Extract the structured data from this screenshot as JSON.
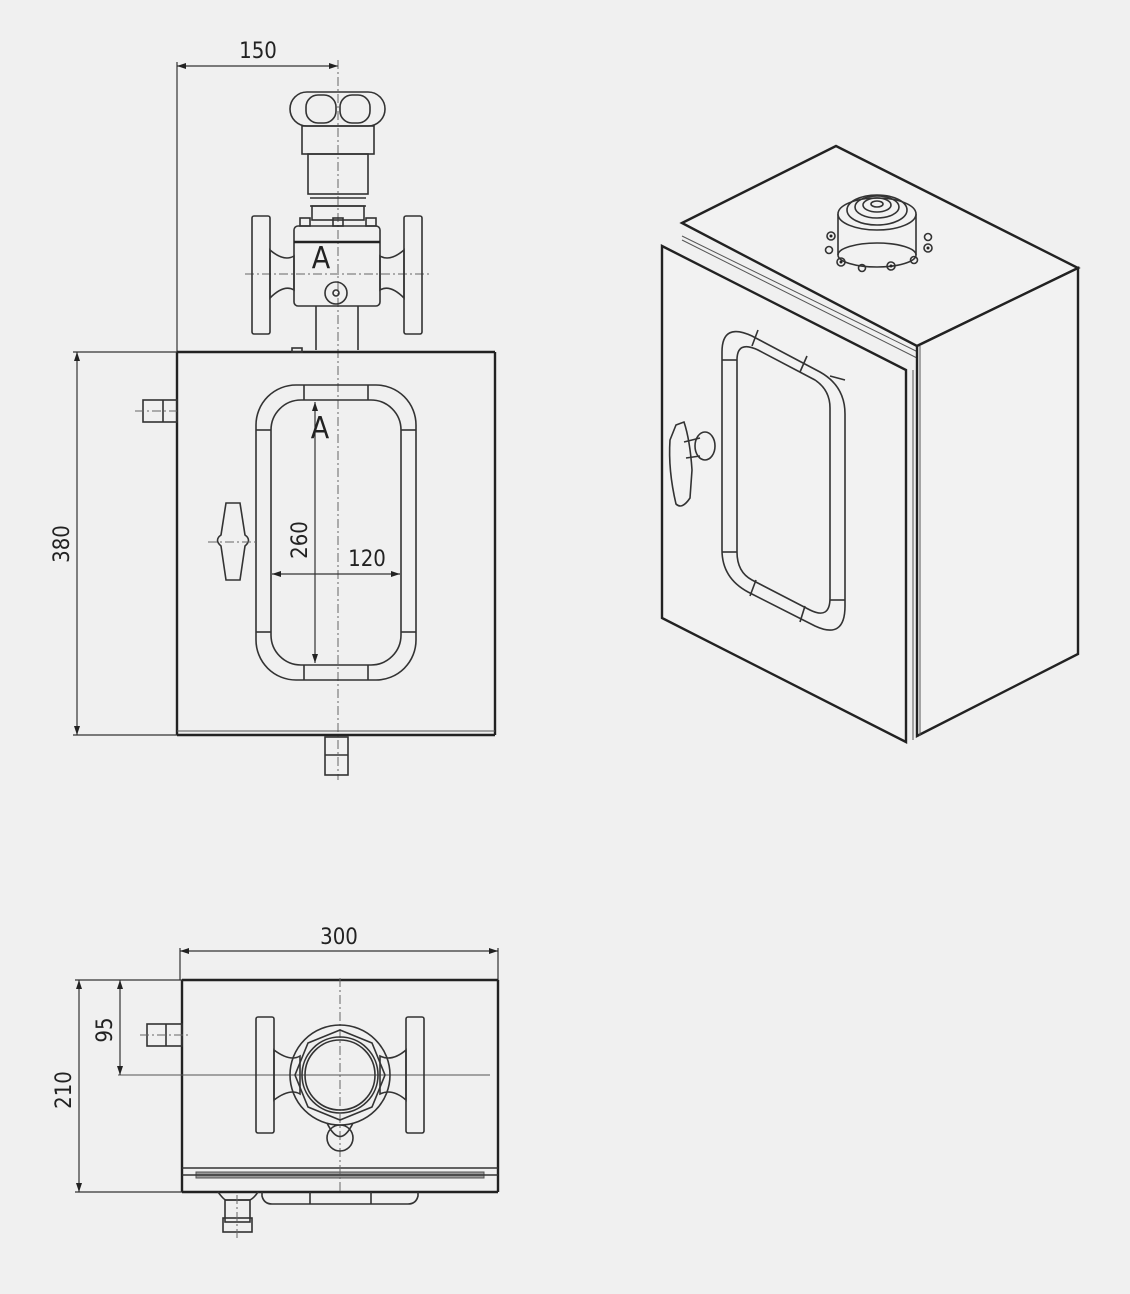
{
  "drawing": {
    "background": "#f0f0f0",
    "line_color": "#333333",
    "front_view": {
      "dimensions": {
        "offset_width": "150",
        "height": "380",
        "window_height": "260",
        "window_width": "120"
      },
      "section_labels": {
        "top": "A",
        "bottom": "A"
      }
    },
    "top_view": {
      "dimensions": {
        "width": "300",
        "depth": "210",
        "inlet_offset": "95"
      }
    },
    "isometric_view": {
      "description": "Enclosure cabinet with window door, T-handle lock and top-mounted sensor"
    }
  }
}
